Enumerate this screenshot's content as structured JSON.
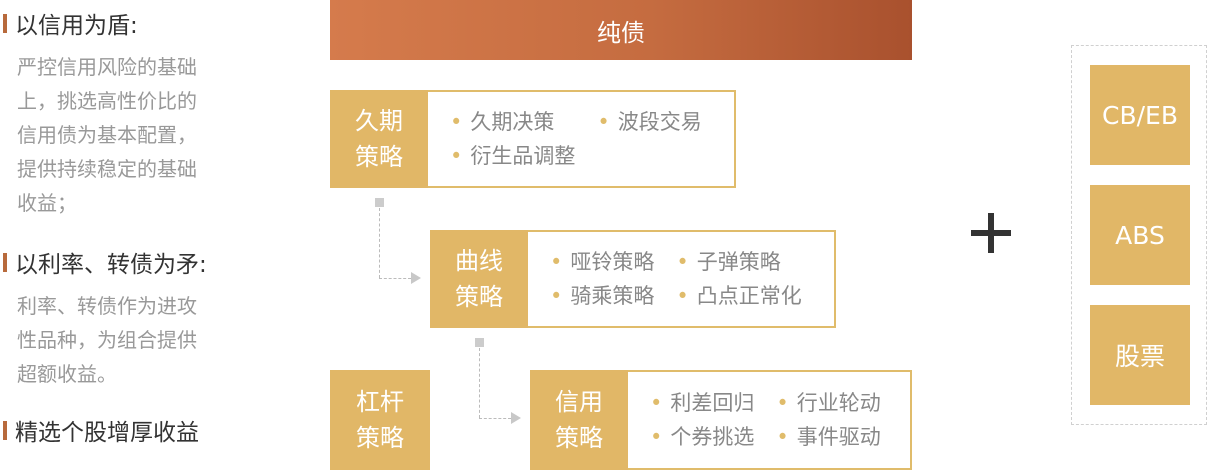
{
  "left_sections": [
    {
      "title": "以信用为盾:",
      "desc": "严控信用风险的基础\n上，挑选高性价比的\n信用债为基本配置，\n提供持续稳定的基础\n收益；"
    },
    {
      "title": "以利率、转债为矛:",
      "desc": "利率、转债作为进攻\n性品种，为组合提供\n超额收益。"
    },
    {
      "title": "精选个股增厚收益",
      "desc": ""
    }
  ],
  "header": {
    "title": "纯债"
  },
  "strategies": [
    {
      "label_line1": "久期",
      "label_line2": "策略",
      "items": [
        "久期决策",
        "波段交易",
        "衍生品调整"
      ]
    },
    {
      "label_line1": "曲线",
      "label_line2": "策略",
      "items": [
        "哑铃策略",
        "子弹策略",
        "骑乘策略",
        "凸点正常化"
      ]
    },
    {
      "label_line1": "信用",
      "label_line2": "策略",
      "items": [
        "利差回归",
        "行业轮动",
        "个券挑选",
        "事件驱动"
      ]
    }
  ],
  "lever": {
    "label_line1": "杠杆",
    "label_line2": "策略"
  },
  "plus_symbol": "+",
  "assets": [
    "CB/EB",
    "ABS",
    "股票"
  ],
  "colors": {
    "gold": "#e1b767",
    "orange_start": "#d57b4c",
    "orange_end": "#a9512e",
    "marker": "#b86a3c"
  }
}
